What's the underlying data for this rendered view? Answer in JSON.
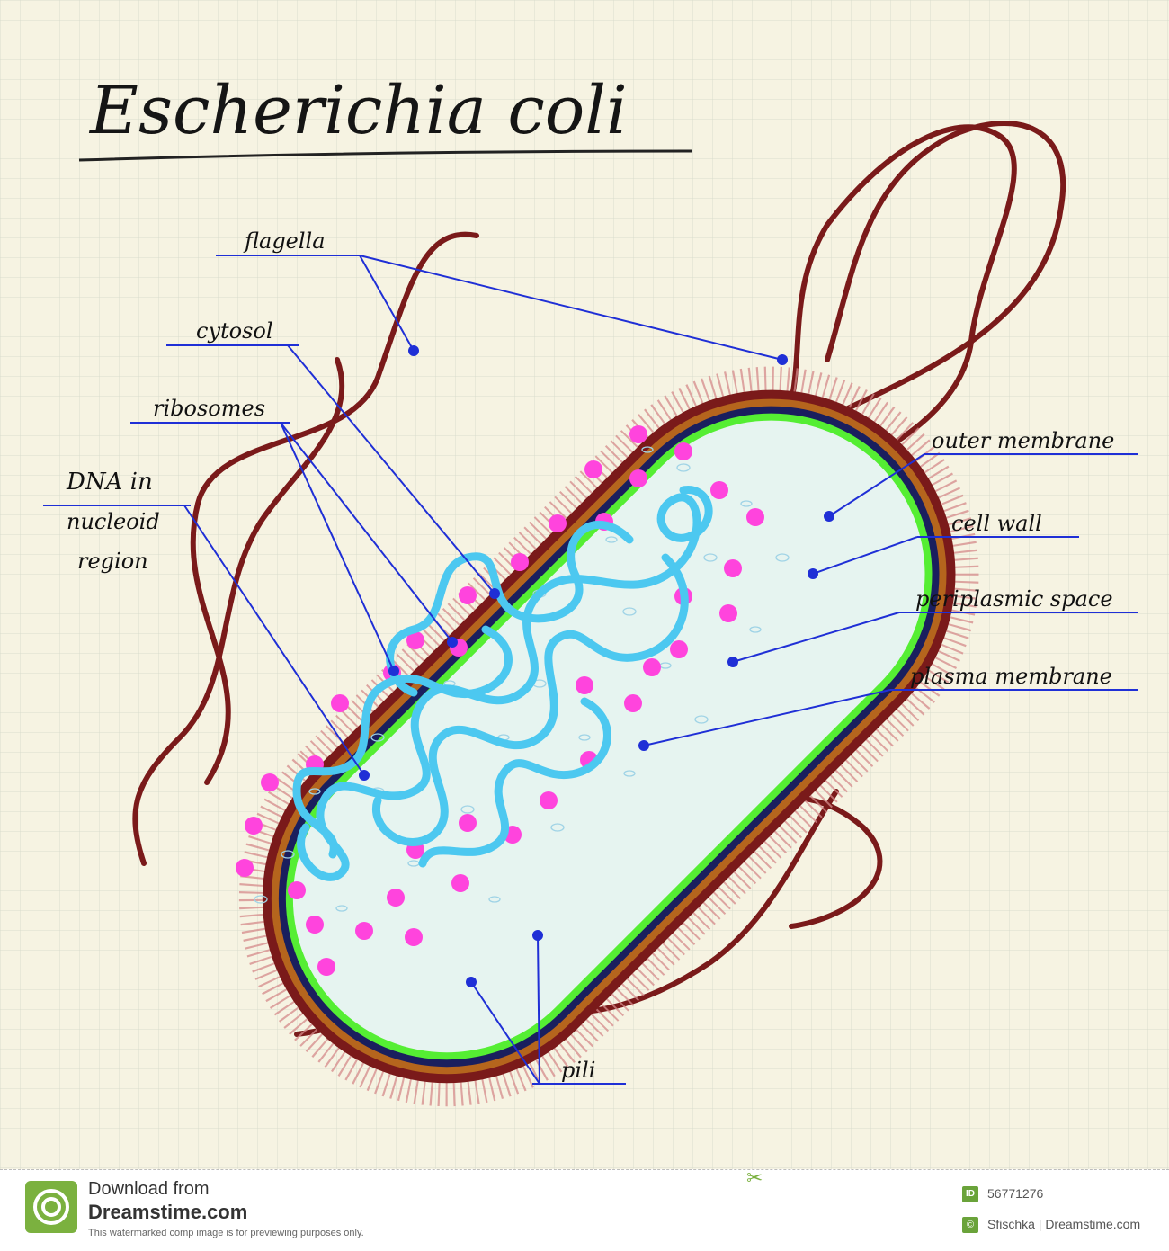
{
  "title": "Escherichia coli",
  "labels": {
    "flagella": "flagella",
    "cytosol": "cytosol",
    "ribosomes": "ribosomes",
    "dna_line1": "DNA in",
    "dna_line2": "nucleoid",
    "dna_line3": "region",
    "outer_membrane": "outer membrane",
    "cell_wall": "cell wall",
    "periplasmic_space": "periplasmic space",
    "plasma_membrane": "plasma membrane",
    "pili": "pili"
  },
  "colors": {
    "background": "#f6f3e2",
    "grid": "#d9dccd",
    "flagella": "#7a1a1a",
    "outer_membrane": "#7a1a1a",
    "cell_wall": "#b5651d",
    "periplasmic_space": "#1a1f5e",
    "plasma_membrane": "#55ee33",
    "cytosol": "#e6f4f0",
    "ribosomes": "#ff44dd",
    "dna": "#4cc8f0",
    "leader_lines": "#1f2fd6",
    "pili": "#c66a6a"
  },
  "footer": {
    "download_text": "Download from",
    "site_name": "Dreamstime.com",
    "notice": "This watermarked comp image is for previewing purposes only.",
    "id_badge": "ID",
    "image_id": "56771276",
    "credit": "Sfischka | Dreamstime.com"
  }
}
